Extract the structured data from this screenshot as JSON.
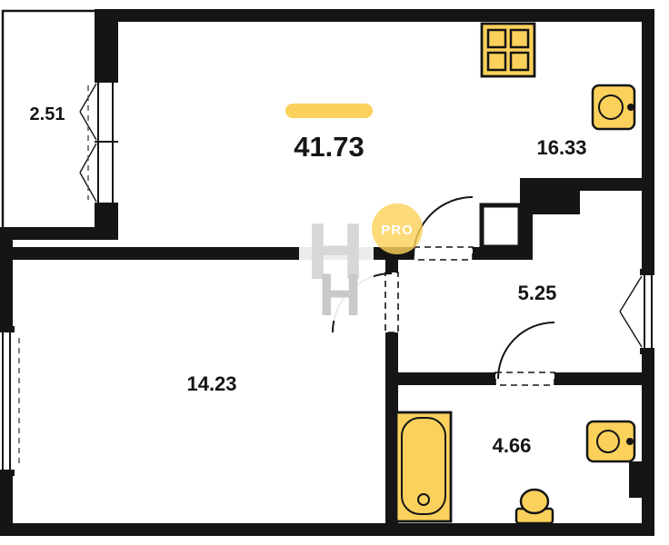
{
  "plan": {
    "total_area_label": "41.73",
    "rooms": [
      {
        "id": "balcony",
        "area": "2.51"
      },
      {
        "id": "kitchen-living",
        "area": "16.33"
      },
      {
        "id": "hallway",
        "area": "5.25"
      },
      {
        "id": "living-room",
        "area": "14.23"
      },
      {
        "id": "bathroom",
        "area": "4.66"
      }
    ],
    "watermark": {
      "badge": "PRO",
      "logo_letter": "H"
    },
    "fixtures": [
      "stove-icon",
      "kitchen-sink-icon",
      "bathtub-icon",
      "toilet-icon",
      "bathroom-sink-icon"
    ]
  },
  "colors": {
    "accent": "#FBD15C",
    "wall": "#151515",
    "wm-grey-1": "#D7D7D7",
    "wm-grey-2": "#C9C9C9"
  }
}
